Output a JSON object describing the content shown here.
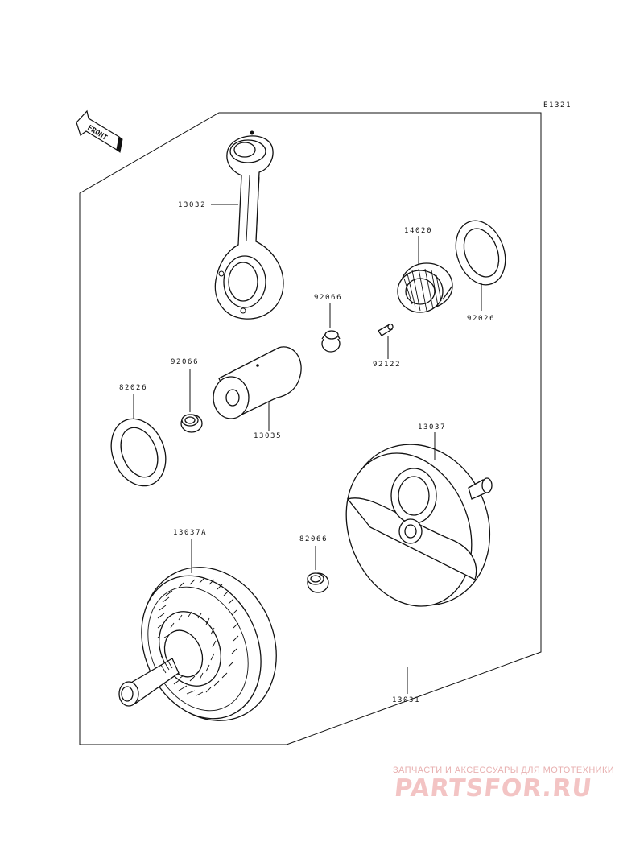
{
  "diagram_code": "E1321",
  "front_label": "FRONT",
  "labels": {
    "conrod": "13032",
    "bearing": "14020",
    "washer_right": "92026",
    "bushing_upper": "92066",
    "pin": "92122",
    "bushing_left": "92066",
    "washer_left": "82026",
    "crankpin": "13035",
    "crank_right": "13037",
    "crank_left": "13037A",
    "bushing_lower": "82066",
    "crank_assy": "13031"
  },
  "watermark": {
    "tagline": "ЗАПЧАСТИ И АКСЕССУАРЫ ДЛЯ МОТОТЕХНИКИ",
    "brand": "PARTSFOR.RU"
  }
}
